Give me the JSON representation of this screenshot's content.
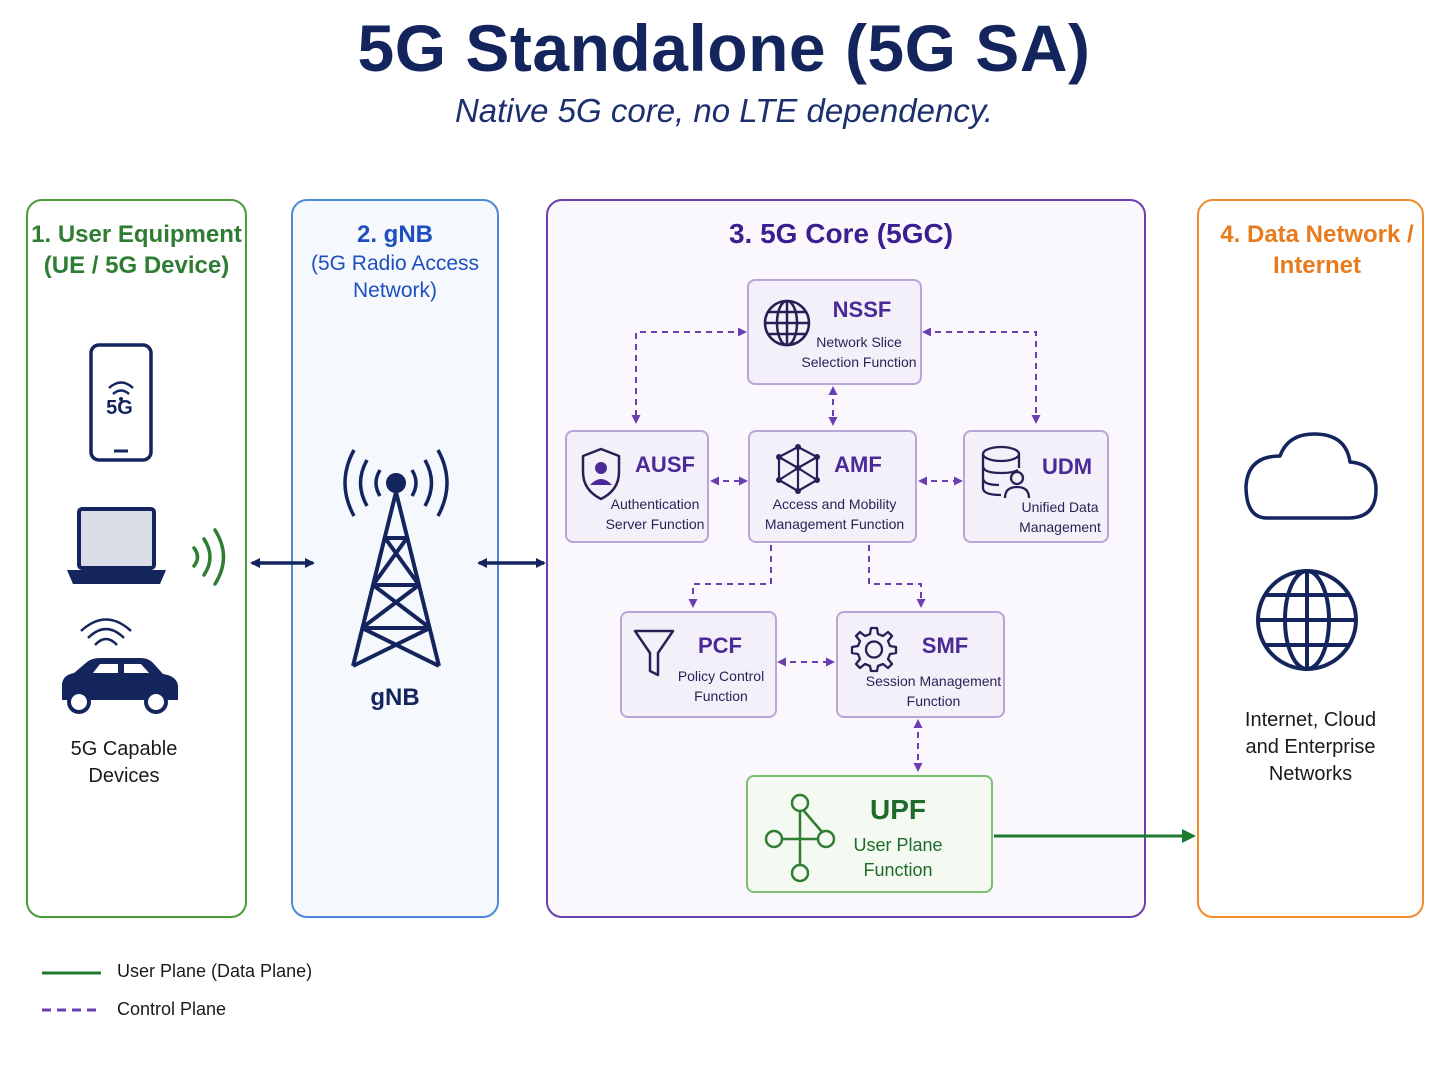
{
  "header": {
    "title": "5G Standalone (5G SA)",
    "subtitle": "Native 5G core, no LTE dependency."
  },
  "panels": {
    "ue": {
      "title_line1": "1. User Equipment",
      "title_line2": "(UE / 5G Device)",
      "phone_badge": "5G",
      "caption_line1": "5G Capable",
      "caption_line2": "Devices",
      "color": "#2e7d32"
    },
    "gnb": {
      "title_line1": "2. gNB",
      "title_line2": "(5G Radio Access",
      "title_line3": "Network)",
      "caption": "gNB",
      "color": "#1f4fbf"
    },
    "core": {
      "title": "3. 5G Core (5GC)",
      "color": "#3b1f8f"
    },
    "dn": {
      "title_line1": "4. Data Network /",
      "title_line2": "Internet",
      "caption_line1": "Internet, Cloud",
      "caption_line2": "and Enterprise",
      "caption_line3": "Networks",
      "color": "#e87b1e"
    }
  },
  "functions": {
    "nssf": {
      "name": "NSSF",
      "desc_line1": "Network Slice",
      "desc_line2": "Selection Function",
      "icon": "globe-icon"
    },
    "ausf": {
      "name": "AUSF",
      "desc_line1": "Authentication",
      "desc_line2": "Server Function",
      "icon": "shield-user-icon"
    },
    "amf": {
      "name": "AMF",
      "desc_line1": "Access and Mobility",
      "desc_line2": "Management Function",
      "icon": "cube-network-icon"
    },
    "udm": {
      "name": "UDM",
      "desc_line1": "Unified Data",
      "desc_line2": "Management",
      "icon": "database-user-icon"
    },
    "pcf": {
      "name": "PCF",
      "desc_line1": "Policy Control",
      "desc_line2": "Function",
      "icon": "funnel-icon"
    },
    "smf": {
      "name": "SMF",
      "desc_line1": "Session Management",
      "desc_line2": "Function",
      "icon": "gear-icon"
    },
    "upf": {
      "name": "UPF",
      "desc_line1": "User Plane",
      "desc_line2": "Function",
      "icon": "nodes-icon"
    }
  },
  "legend": {
    "user_plane": "User Plane (Data Plane)",
    "control_plane": "Control Plane"
  },
  "colors": {
    "user_plane": "#1e7a2e",
    "control_plane": "#6a3fb0",
    "navy": "#14255e"
  }
}
